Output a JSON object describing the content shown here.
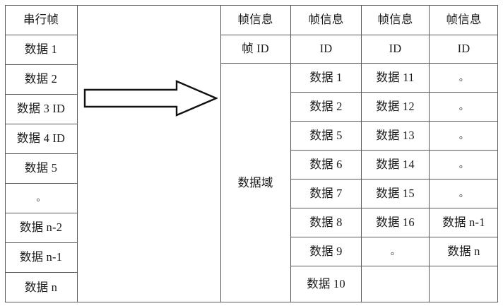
{
  "figure": {
    "title": "",
    "arrow_icon": "right-block-arrow"
  },
  "left_table": {
    "caption": "串行帧",
    "rows": [
      {
        "label": "串行帧"
      },
      {
        "label": "数据 1"
      },
      {
        "label": "数据 2"
      },
      {
        "label": "数据 3 ID"
      },
      {
        "label": "数据 4 ID"
      },
      {
        "label": "数据 5"
      },
      {
        "label": "。"
      },
      {
        "label": "数据 n-2"
      },
      {
        "label": "数据 n-1"
      },
      {
        "label": "数据 n"
      }
    ]
  },
  "right_table": {
    "headers_row1": [
      "帧信息",
      "帧信息",
      "帧信息",
      "帧信息"
    ],
    "headers_row2": [
      "帧 ID",
      "ID",
      "ID",
      "ID"
    ],
    "data_field_label": "数据域",
    "body_rows": [
      [
        "数据 1",
        "数据 11",
        "。"
      ],
      [
        "数据 2",
        "数据 12",
        "。"
      ],
      [
        "数据 5",
        "数据 13",
        "。"
      ],
      [
        "数据 6",
        "数据 14",
        "。"
      ],
      [
        "数据 7",
        "数据 15",
        "。"
      ],
      [
        "数据 8",
        "数据 16",
        "数据 n-1"
      ],
      [
        "数据 9",
        "。",
        "数据 n"
      ],
      [
        "数据 10",
        "",
        ""
      ],
      [
        "",
        "",
        ""
      ]
    ]
  },
  "colors": {
    "line": "#5a5a5a",
    "arrow_stroke": "#111111",
    "text": "#1b1b1b",
    "background": "#ffffff"
  }
}
